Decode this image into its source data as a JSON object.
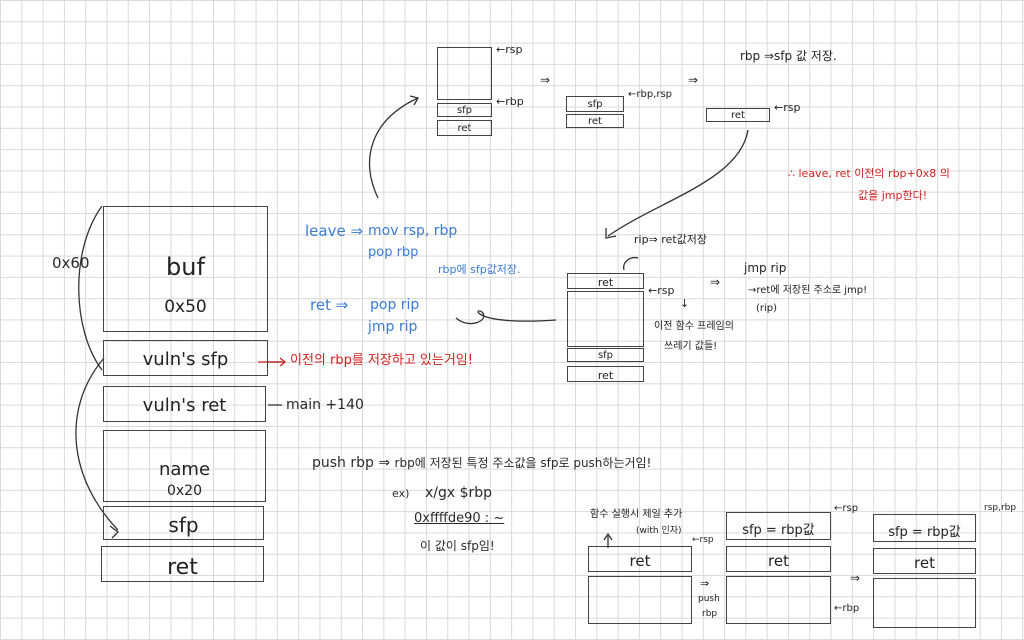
{
  "stack_main": {
    "offset_label": "0x60",
    "buf": "buf",
    "buf_size": "0x50",
    "vuln_sfp": "vuln's sfp",
    "vuln_ret": "vuln's ret",
    "name": "name",
    "name_size": "0x20",
    "sfp": "sfp",
    "ret": "ret",
    "note_sfp": "이전의 rbp를 저장하고 있는거임!",
    "note_ret": "main +140"
  },
  "leave_ret": {
    "leave_label": "leave",
    "leave_line1": "mov rsp, rbp",
    "leave_line2": "pop rbp",
    "leave_note": "rbp에 sfp값저장.",
    "ret_label": "ret",
    "ret_line1": "pop rip",
    "ret_line2": "jmp rip"
  },
  "push_note": {
    "line1": "push rbp",
    "line1b": "rbp에 저장된 특정 주소값을 sfp로 push하는거임!",
    "ex": "ex)",
    "cmd": "x/gx $rbp",
    "addr": "0xffffde90 : ~",
    "line3": "이 값이 sfp임!"
  },
  "top_stacks": {
    "rsp": "←rsp",
    "rbp": "←rbp",
    "sfp": "sfp",
    "ret": "ret",
    "rbp_rsp": "←rbp,rsp",
    "arrow": "⇒",
    "right_note": "rbp ⇒sfp 값 저장."
  },
  "conclusion": {
    "line1": "∴ leave, ret 이전의 rbp+0x8 의",
    "line2": "값을 jmp한다!"
  },
  "mid_stack": {
    "rip_note": "rip⇒ ret값저장",
    "ret": "ret",
    "sfp": "sfp",
    "ret2": "ret",
    "rsp": "←rsp",
    "arrow_down": "↓",
    "frame_note1": "이전 함수 프레임의",
    "frame_note2": "쓰레기 값들!",
    "arrow": "⇒",
    "jmp_rip": "jmp rip",
    "jmp_note": "→ret에 저장된 주소로 jmp!",
    "jmp_note2": "(rip)"
  },
  "bottom_stacks": {
    "caption1": "함수 실행시 제일 추가",
    "caption2": "(with 인자)",
    "rsp": "←rsp",
    "ret": "ret",
    "push_rbp1": "push",
    "push_rbp2": "rbp",
    "sfp_rbp": "sfp = rbp값",
    "rbp_arrow": "←rbp",
    "rsp_rbp": "rsp,rbp",
    "arrow": "⇒"
  }
}
